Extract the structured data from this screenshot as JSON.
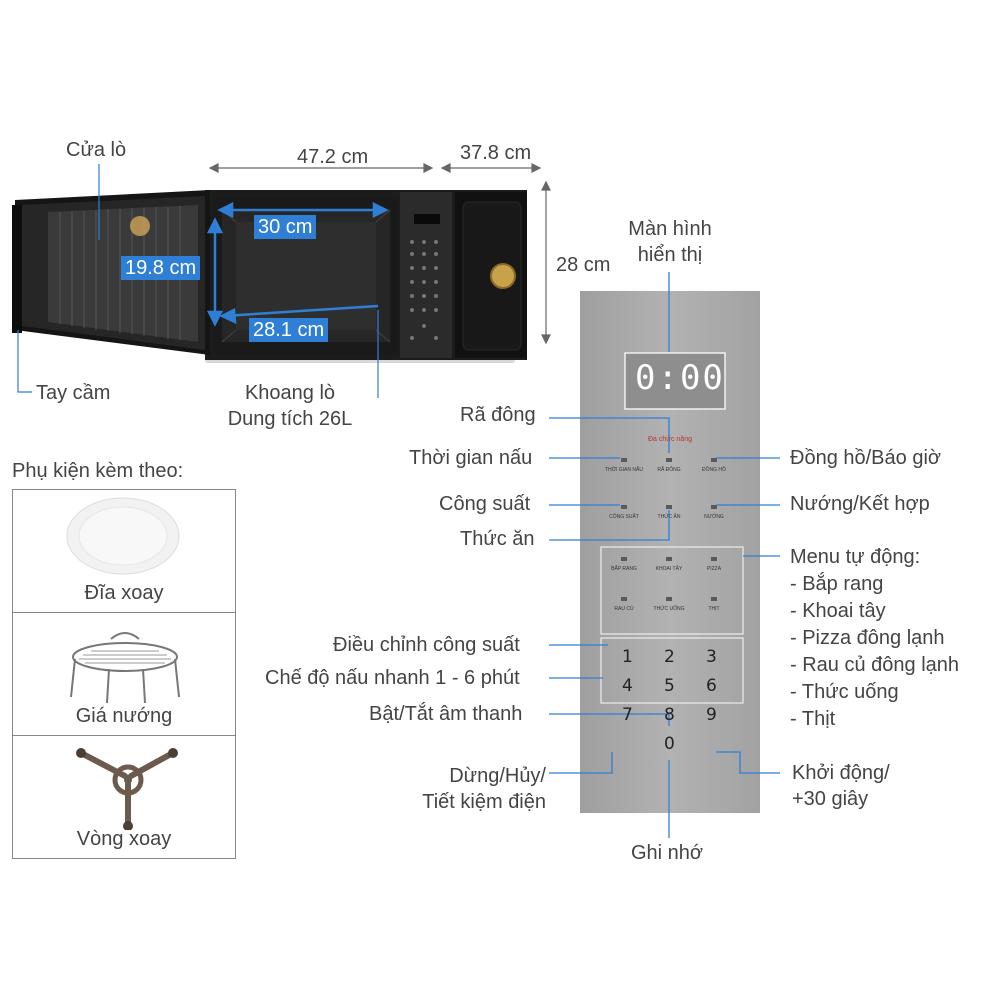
{
  "product_diagram": {
    "dimensions": {
      "width": "47.2 cm",
      "depth": "37.8 cm",
      "height": "28 cm"
    },
    "cavity": {
      "width": "30 cm",
      "height": "19.8 cm",
      "depth": "28.1 cm"
    },
    "parts": {
      "door": "Cửa lò",
      "handle": "Tay cầm",
      "cavity_line1": "Khoang lò",
      "cavity_line2": "Dung tích 26L"
    }
  },
  "accessories": {
    "title": "Phụ kiện kèm theo:",
    "items": [
      {
        "label": "Đĩa xoay",
        "icon": "turntable-plate-icon"
      },
      {
        "label": "Giá nướng",
        "icon": "grill-rack-icon"
      },
      {
        "label": "Vòng xoay",
        "icon": "roller-ring-icon"
      }
    ]
  },
  "control_panel": {
    "display_label_line1": "Màn hình",
    "display_label_line2": "hiển thị",
    "display_value": "0:00",
    "panel_header": "Đa chức năng",
    "keypad": [
      "1",
      "2",
      "3",
      "4",
      "5",
      "6",
      "7",
      "8",
      "9",
      "0"
    ],
    "left_labels": {
      "defrost": "Rã đông",
      "cook_time": "Thời gian nấu",
      "power": "Công suất",
      "food": "Thức ăn",
      "power_adjust": "Điều chỉnh công suất",
      "quick_cook": "Chế độ nấu nhanh 1 - 6 phút",
      "sound": "Bật/Tắt âm thanh",
      "stop_line1": "Dừng/Hủy/",
      "stop_line2": "Tiết kiệm điện",
      "memory": "Ghi nhớ"
    },
    "right_labels": {
      "clock": "Đồng hồ/Báo giờ",
      "grill": "Nướng/Kết hợp",
      "auto_menu_title": "Menu tự động:",
      "auto_menu_items": [
        "- Bắp rang",
        "- Khoai tây",
        "- Pizza đông lạnh",
        "- Rau củ đông lạnh",
        "- Thức uống",
        "- Thịt"
      ],
      "start_line1": "Khởi động/",
      "start_line2": "+30 giây"
    }
  },
  "colors": {
    "dimension_highlight": "#2f7fd6",
    "panel_gray": "#a9a9a9",
    "leader_blue": "#2f7fd6",
    "oven_body": "#1c1c1c"
  }
}
